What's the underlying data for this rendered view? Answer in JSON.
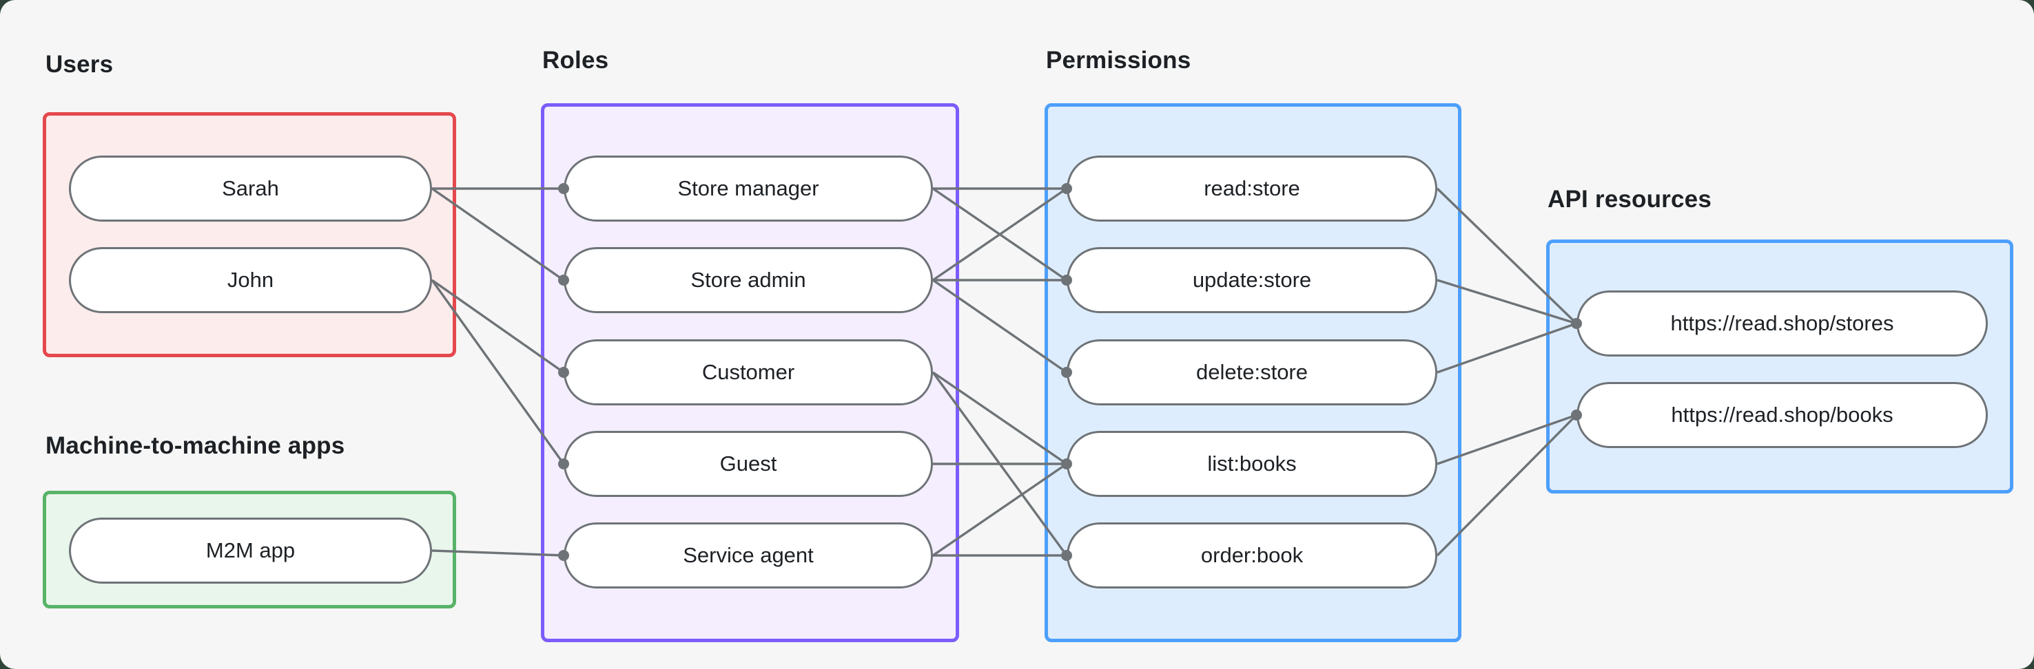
{
  "page": {
    "background": "#f5f6f5",
    "backdrop": "#2e4438"
  },
  "style": {
    "edge_color": "#6e7377",
    "pill_border_color": "#6e7377",
    "pill_fill": "#ffffff",
    "text_color": "#1d2125"
  },
  "groups": {
    "users": {
      "label": "Users",
      "accent": "#e5484d",
      "fill": "#fdecec"
    },
    "m2m": {
      "label": "Machine-to-machine apps",
      "accent": "#58b368",
      "fill": "#e9f6eb"
    },
    "roles": {
      "label": "Roles",
      "accent": "#7c5cfc",
      "fill": "#f4eefe"
    },
    "permissions": {
      "label": "Permissions",
      "accent": "#4d9ffb",
      "fill": "#deedfd"
    },
    "api": {
      "label": "API resources",
      "accent": "#4d9ffb",
      "fill": "#deedfd"
    }
  },
  "nodes": {
    "users": [
      "Sarah",
      "John"
    ],
    "m2m": [
      "M2M app"
    ],
    "roles": [
      "Store manager",
      "Store admin",
      "Customer",
      "Guest",
      "Service agent"
    ],
    "permissions": [
      "read:store",
      "update:store",
      "delete:store",
      "list:books",
      "order:book"
    ],
    "api": [
      "https://read.shop/stores",
      "https://read.shop/books"
    ]
  },
  "edges": [
    {
      "from": "users.0",
      "to": "roles.0"
    },
    {
      "from": "users.0",
      "to": "roles.1"
    },
    {
      "from": "users.1",
      "to": "roles.2"
    },
    {
      "from": "users.1",
      "to": "roles.3"
    },
    {
      "from": "m2m.0",
      "to": "roles.4"
    },
    {
      "from": "roles.0",
      "to": "permissions.0"
    },
    {
      "from": "roles.0",
      "to": "permissions.1"
    },
    {
      "from": "roles.1",
      "to": "permissions.0"
    },
    {
      "from": "roles.1",
      "to": "permissions.1"
    },
    {
      "from": "roles.1",
      "to": "permissions.2"
    },
    {
      "from": "roles.2",
      "to": "permissions.3"
    },
    {
      "from": "roles.2",
      "to": "permissions.4"
    },
    {
      "from": "roles.3",
      "to": "permissions.3"
    },
    {
      "from": "roles.4",
      "to": "permissions.3"
    },
    {
      "from": "roles.4",
      "to": "permissions.4"
    },
    {
      "from": "permissions.0",
      "to": "api.0"
    },
    {
      "from": "permissions.1",
      "to": "api.0"
    },
    {
      "from": "permissions.2",
      "to": "api.0"
    },
    {
      "from": "permissions.3",
      "to": "api.1"
    },
    {
      "from": "permissions.4",
      "to": "api.1"
    }
  ]
}
